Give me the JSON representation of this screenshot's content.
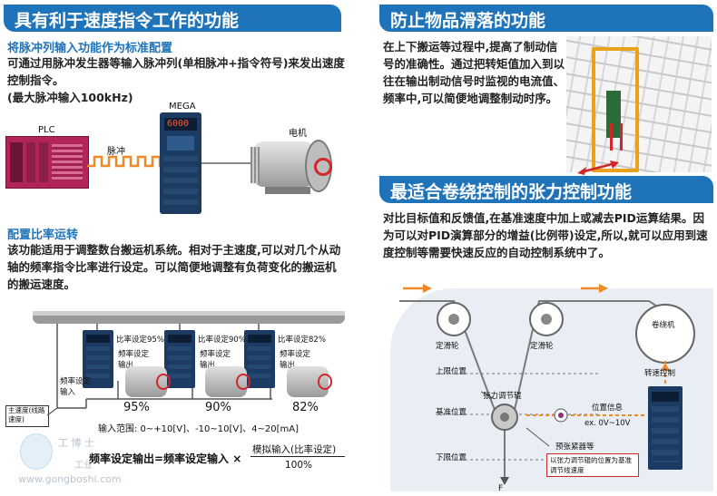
{
  "left": {
    "header": "具有利于速度指令工作的功能",
    "pulse": {
      "subtitle": "将脉冲列输入功能作为标准配置",
      "para1": "可通过用脉冲发生器等输入脉冲列(单相脉冲+指令符号)来发出速度控制指令。",
      "para2": "(最大脉冲输入100kHz)",
      "plc_label": "PLC",
      "pulse_label": "脉冲",
      "mega_label": "MEGA",
      "motor_label": "电机",
      "display_value": "6000"
    },
    "ratio": {
      "subtitle": "配置比率运转",
      "para": "该功能适用于调整数台搬运机系统。相对于主速度,可以对几个从动轴的频率指令比率进行设定。可以简便地调整有负荷变化的搬运机的搬运速度。",
      "units": [
        {
          "setting": "比率设定95%",
          "pct": "95%"
        },
        {
          "setting": "比率设定90%",
          "pct": "90%"
        },
        {
          "setting": "比率设定82%",
          "pct": "82%"
        }
      ],
      "freq_output": "频率设定输出",
      "freq_input": "频率设定输入",
      "main_speed": "主速度(线路速度)",
      "input_range": "输入范围: 0~+10[V]、-10~10[V]、4~20[mA]",
      "formula_left": "频率设定输出=频率设定输入 ×",
      "formula_num": "模拟输入(比率设定)",
      "formula_den": "100%"
    },
    "watermark": {
      "brand": "工 博 士",
      "site": "www.gongboshi.com",
      "prefix": "工业"
    }
  },
  "right": {
    "slide": {
      "header": "防止物品滑落的功能",
      "para": "在上下搬运等过程中,提高了制动信号的准确性。通过把转矩值加入到以往在输出制动信号时监视的电流值、频率中,可以简便地调整制动时序。"
    },
    "tension": {
      "header": "最适合卷绕控制的张力控制功能",
      "para": "对比目标值和反馈值,在基准速度中加上或减去PID运算结果。因为可以对PID演算部分的增益(比例带)设定,所以,就可以应用到速度控制等需要快速反应的自动控制系统中了。",
      "pulley1": "定滑轮",
      "pulley2": "定滑轮",
      "winder": "卷绕机",
      "speed_control": "转速控制",
      "upper": "上限位置",
      "base": "基准位置",
      "lower": "下限位置",
      "dancer": "张力调节辊",
      "pos_info": "位置信息",
      "voltage": "ex. 0V~10V",
      "preset": "预张紧器等",
      "note": "以张力调节辊的位置为基准调节线速度",
      "force": "F"
    }
  },
  "colors": {
    "accent": "#1f74b9",
    "orange": "#f08a28",
    "red": "#d3262a",
    "drive": "#1b3b63"
  }
}
